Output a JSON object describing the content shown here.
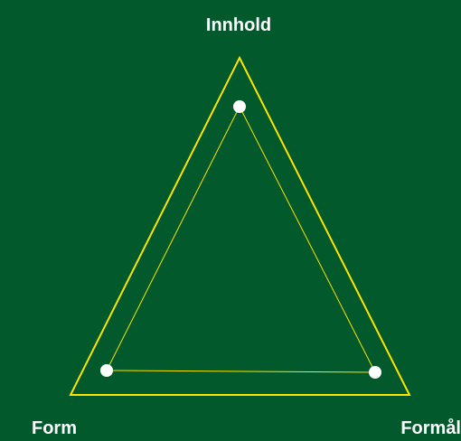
{
  "diagram": {
    "vertices": {
      "top": "Innhold",
      "left": "Form",
      "right": "Formål"
    },
    "colors": {
      "background": "#01592c",
      "outline": "#ffe400",
      "node": "#ffffff",
      "text": "#ffffff"
    }
  }
}
